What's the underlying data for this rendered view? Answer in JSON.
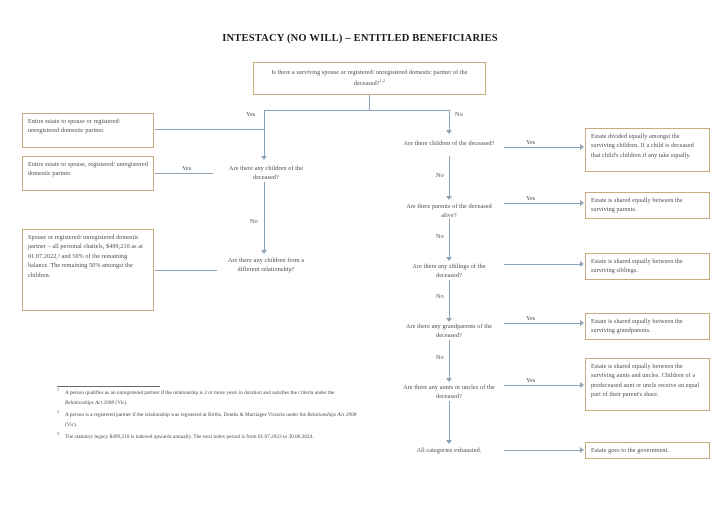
{
  "title": "INTESTACY (NO WILL) – ENTITLED BENEFICIARIES",
  "colors": {
    "box_border": "#c9ab7d",
    "connector": "#8ea2b8",
    "text": "#4a4a4a",
    "title": "#1a1a1a"
  },
  "root": {
    "text": "Is there a surviving spouse or registered/ unregistered domestic partner of the deceased?",
    "footnote_refs": "1,2"
  },
  "edge_labels": {
    "yes": "Yes",
    "no": "No"
  },
  "left_branch": {
    "nodes": [
      {
        "id": "children-of-deceased",
        "text": "Are there any children of the deceased?"
      },
      {
        "id": "children-different-relationship",
        "text": "Are there any children from a different relationship?"
      }
    ],
    "outcomes": [
      {
        "id": "entire-estate-spouse-no-children",
        "text": "Entire estate to spouse or registered/ unregistered domestic partner."
      },
      {
        "id": "entire-estate-spouse-same-children",
        "text": "Entire estate to spouse, registered/ unregistered domestic partner."
      },
      {
        "id": "statutory-legacy-split",
        "text": "Spouse or registered/ unregistered domestic partner – all personal chattels, $499,210 as at 01.07.2022,³ and 50% of the remaining balance. The remaining 50% amongst the children."
      }
    ]
  },
  "right_branch": {
    "steps": [
      {
        "id": "children",
        "question": "Are there children of the deceased?",
        "outcome": "Estate divided equally amongst the surviving children. If a child is deceased that child's children if any take equally."
      },
      {
        "id": "parents",
        "question": "Are there parents of the deceased alive?",
        "outcome": "Estate is shared equally between the surviving parents."
      },
      {
        "id": "siblings",
        "question": "Are there any siblings of the deceased?",
        "outcome": "Estate is shared equally between the surviving siblings."
      },
      {
        "id": "grandparents",
        "question": "Are there any grandparents of the deceased?",
        "outcome": "Estate is shared equally between the surviving grandparents."
      },
      {
        "id": "aunts-uncles",
        "question": "Are there any aunts or uncles of the deceased?",
        "outcome": "Estate is shared equally between the surviving aunts and uncles. Children of a predeceased aunt or uncle receive an equal part of their parent's share."
      },
      {
        "id": "exhausted",
        "question": "All categories exhausted.",
        "outcome": "Estate goes to the government."
      }
    ]
  },
  "footnotes": [
    {
      "marker": "1",
      "part1": "A person qualifies as an unregistered partner if the relationship is 2 or more years in duration and satisfies the criteria under the ",
      "italic": "Relationships Act 2008",
      "part2": " (Vic)."
    },
    {
      "marker": "2",
      "part1": "A person is a registered partner if the relationship was registered at Births, Deaths & Marriages Victoria under the ",
      "italic": "Relationships Act 2008",
      "part2": " (Vic)."
    },
    {
      "marker": "3",
      "part1": "The statutory legacy $499,210 is indexed upwards annually. The next index period is from 01.07.2023 to 30.06.2024.",
      "italic": "",
      "part2": ""
    }
  ]
}
